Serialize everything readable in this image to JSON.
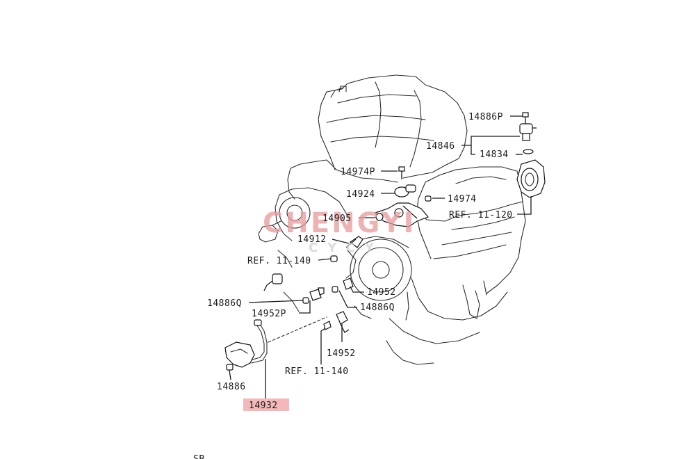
{
  "watermark": {
    "brand": "CHENGYI",
    "sub": "CYCY",
    "color": "#e89a9a"
  },
  "highlight_color": "#f4b8b8",
  "labels": {
    "p14886P": "14886P",
    "p14846": "14846",
    "p14834": "14834",
    "p14974P": "14974P",
    "p14924": "14924",
    "p14974": "14974",
    "pRef11_120": "REF. 11-120",
    "p14905": "14905",
    "p14912": "14912",
    "pRef11_140a": "REF. 11-140",
    "p14952a": "14952",
    "p14886Qa": "14886Q",
    "p14886Qb": "14886Q",
    "p14952P": "14952P",
    "p14952b": "14952",
    "pRef11_140b": "REF. 11-140",
    "p14886": "14886",
    "p14932": "14932"
  },
  "footer_mark": "SB"
}
